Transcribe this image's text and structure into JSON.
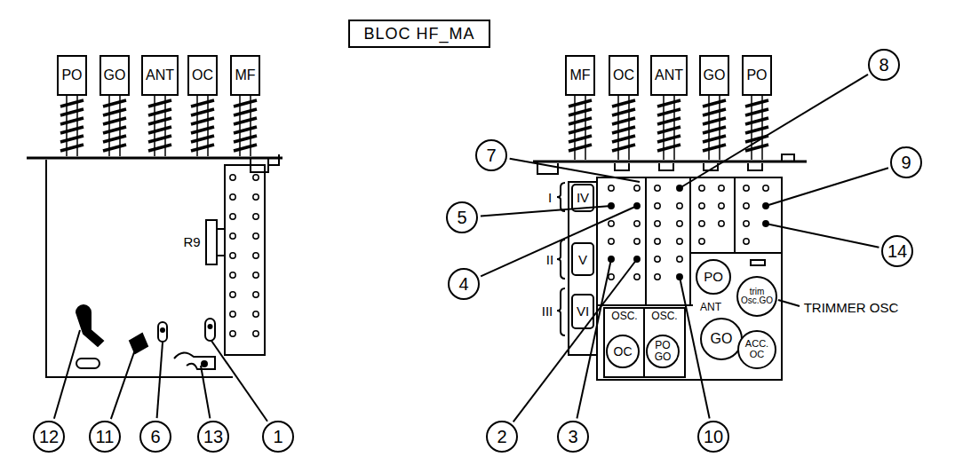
{
  "diagram": {
    "title": "BLOC HF_MA",
    "nodes": [
      {
        "text": [
          "PO"
        ]
      },
      {
        "text": [
          "GO"
        ]
      },
      {
        "text": [
          "ANT"
        ]
      },
      {
        "text": [
          "OC"
        ]
      },
      {
        "text": [
          "MF"
        ]
      },
      {
        "text": [
          "MF"
        ]
      },
      {
        "text": [
          "OC"
        ]
      },
      {
        "text": [
          "ANT"
        ]
      },
      {
        "text": [
          "GO"
        ]
      },
      {
        "text": [
          "PO"
        ]
      },
      {
        "text": [
          "8"
        ]
      },
      {
        "text": [
          "7"
        ]
      },
      {
        "text": [
          "9"
        ]
      },
      {
        "text": [
          "5"
        ]
      },
      {
        "text": [
          "14"
        ]
      },
      {
        "text": [
          "4"
        ]
      },
      {
        "text": [
          "PO"
        ]
      },
      {
        "text": [
          "trim Osc.GO"
        ]
      },
      {
        "text": [
          "OSC."
        ]
      },
      {
        "text": [
          "OC"
        ],
        "in": 18
      },
      {
        "text": [
          "OSC."
        ]
      },
      {
        "text": [
          "PO GO"
        ],
        "in": 20
      },
      {
        "text": [
          "GO"
        ]
      },
      {
        "text": [
          "ACC. OC"
        ]
      },
      {
        "text": [
          "12"
        ]
      },
      {
        "text": [
          "11"
        ]
      },
      {
        "text": [
          "6"
        ]
      },
      {
        "text": [
          "13"
        ]
      },
      {
        "text": [
          "1"
        ]
      },
      {
        "text": [
          "2"
        ]
      },
      {
        "text": [
          "3"
        ]
      },
      {
        "text": [
          "10"
        ]
      }
    ],
    "labels": [
      "R9",
      "I",
      "IV",
      "II",
      "V",
      "III",
      "VI",
      "ANT",
      "TRIMMER OSC"
    ]
  }
}
